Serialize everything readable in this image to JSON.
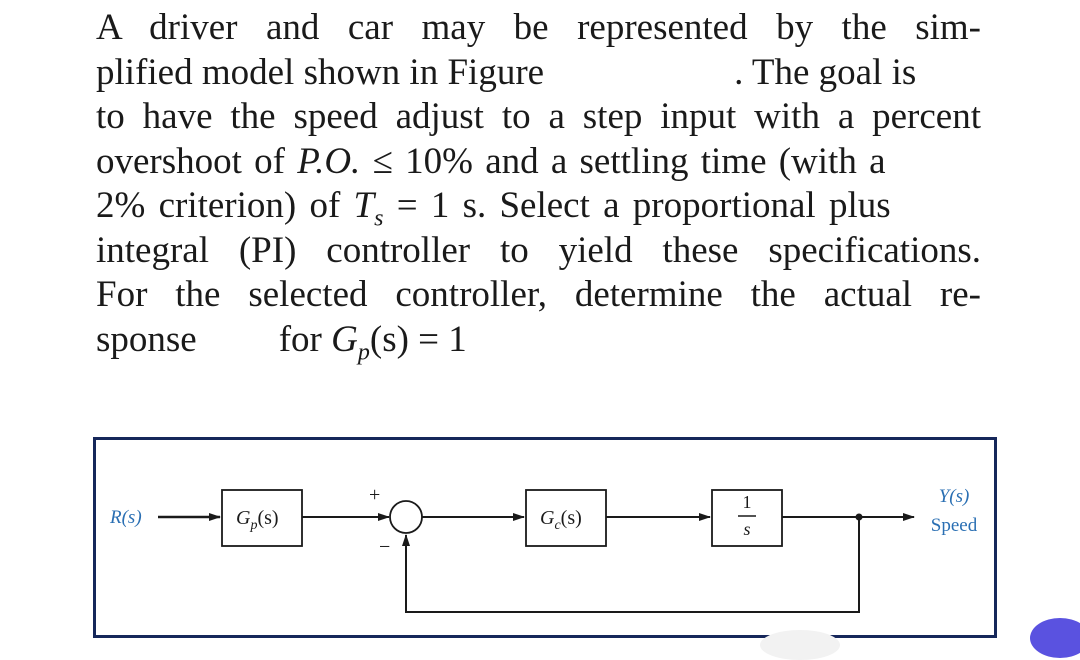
{
  "problem": {
    "line1": "A driver and car may be represented by the sim-",
    "line2_left": "plified model shown in Figure",
    "line2_right": ". The goal is",
    "line3": "to have the speed adjust to a step input with a percent",
    "line4_prefix": "overshoot of ",
    "line4_po": "P.O.",
    "line4_suffix": " ≤ 10% and a settling time (with a",
    "line5_prefix": "2% criterion) of ",
    "line5_ts": "T",
    "line5_ts_sub": "s",
    "line5_suffix": " = 1 s. Select a proportional plus",
    "line6": "integral (PI) controller to yield these specifications.",
    "line7": "For the selected controller, determine the actual re-",
    "line8_left": "sponse",
    "line8_for": "for ",
    "line8_g": "G",
    "line8_gsub": "p",
    "line8_rest": "(s) = 1"
  },
  "diagram": {
    "input_label": "R(s)",
    "block_gp": "G",
    "block_gp_sub": "p",
    "block_gp_arg": "(s)",
    "plus_sign": "+",
    "minus_sign": "−",
    "block_gc": "G",
    "block_gc_sub": "c",
    "block_gc_arg": "(s)",
    "integrator_num": "1",
    "integrator_den": "s",
    "output_label": "Y(s)",
    "output_sublabel": "Speed",
    "colors": {
      "frame": "#16275a",
      "output_label": "#2a6fb3",
      "line": "#1a1a1a"
    }
  }
}
